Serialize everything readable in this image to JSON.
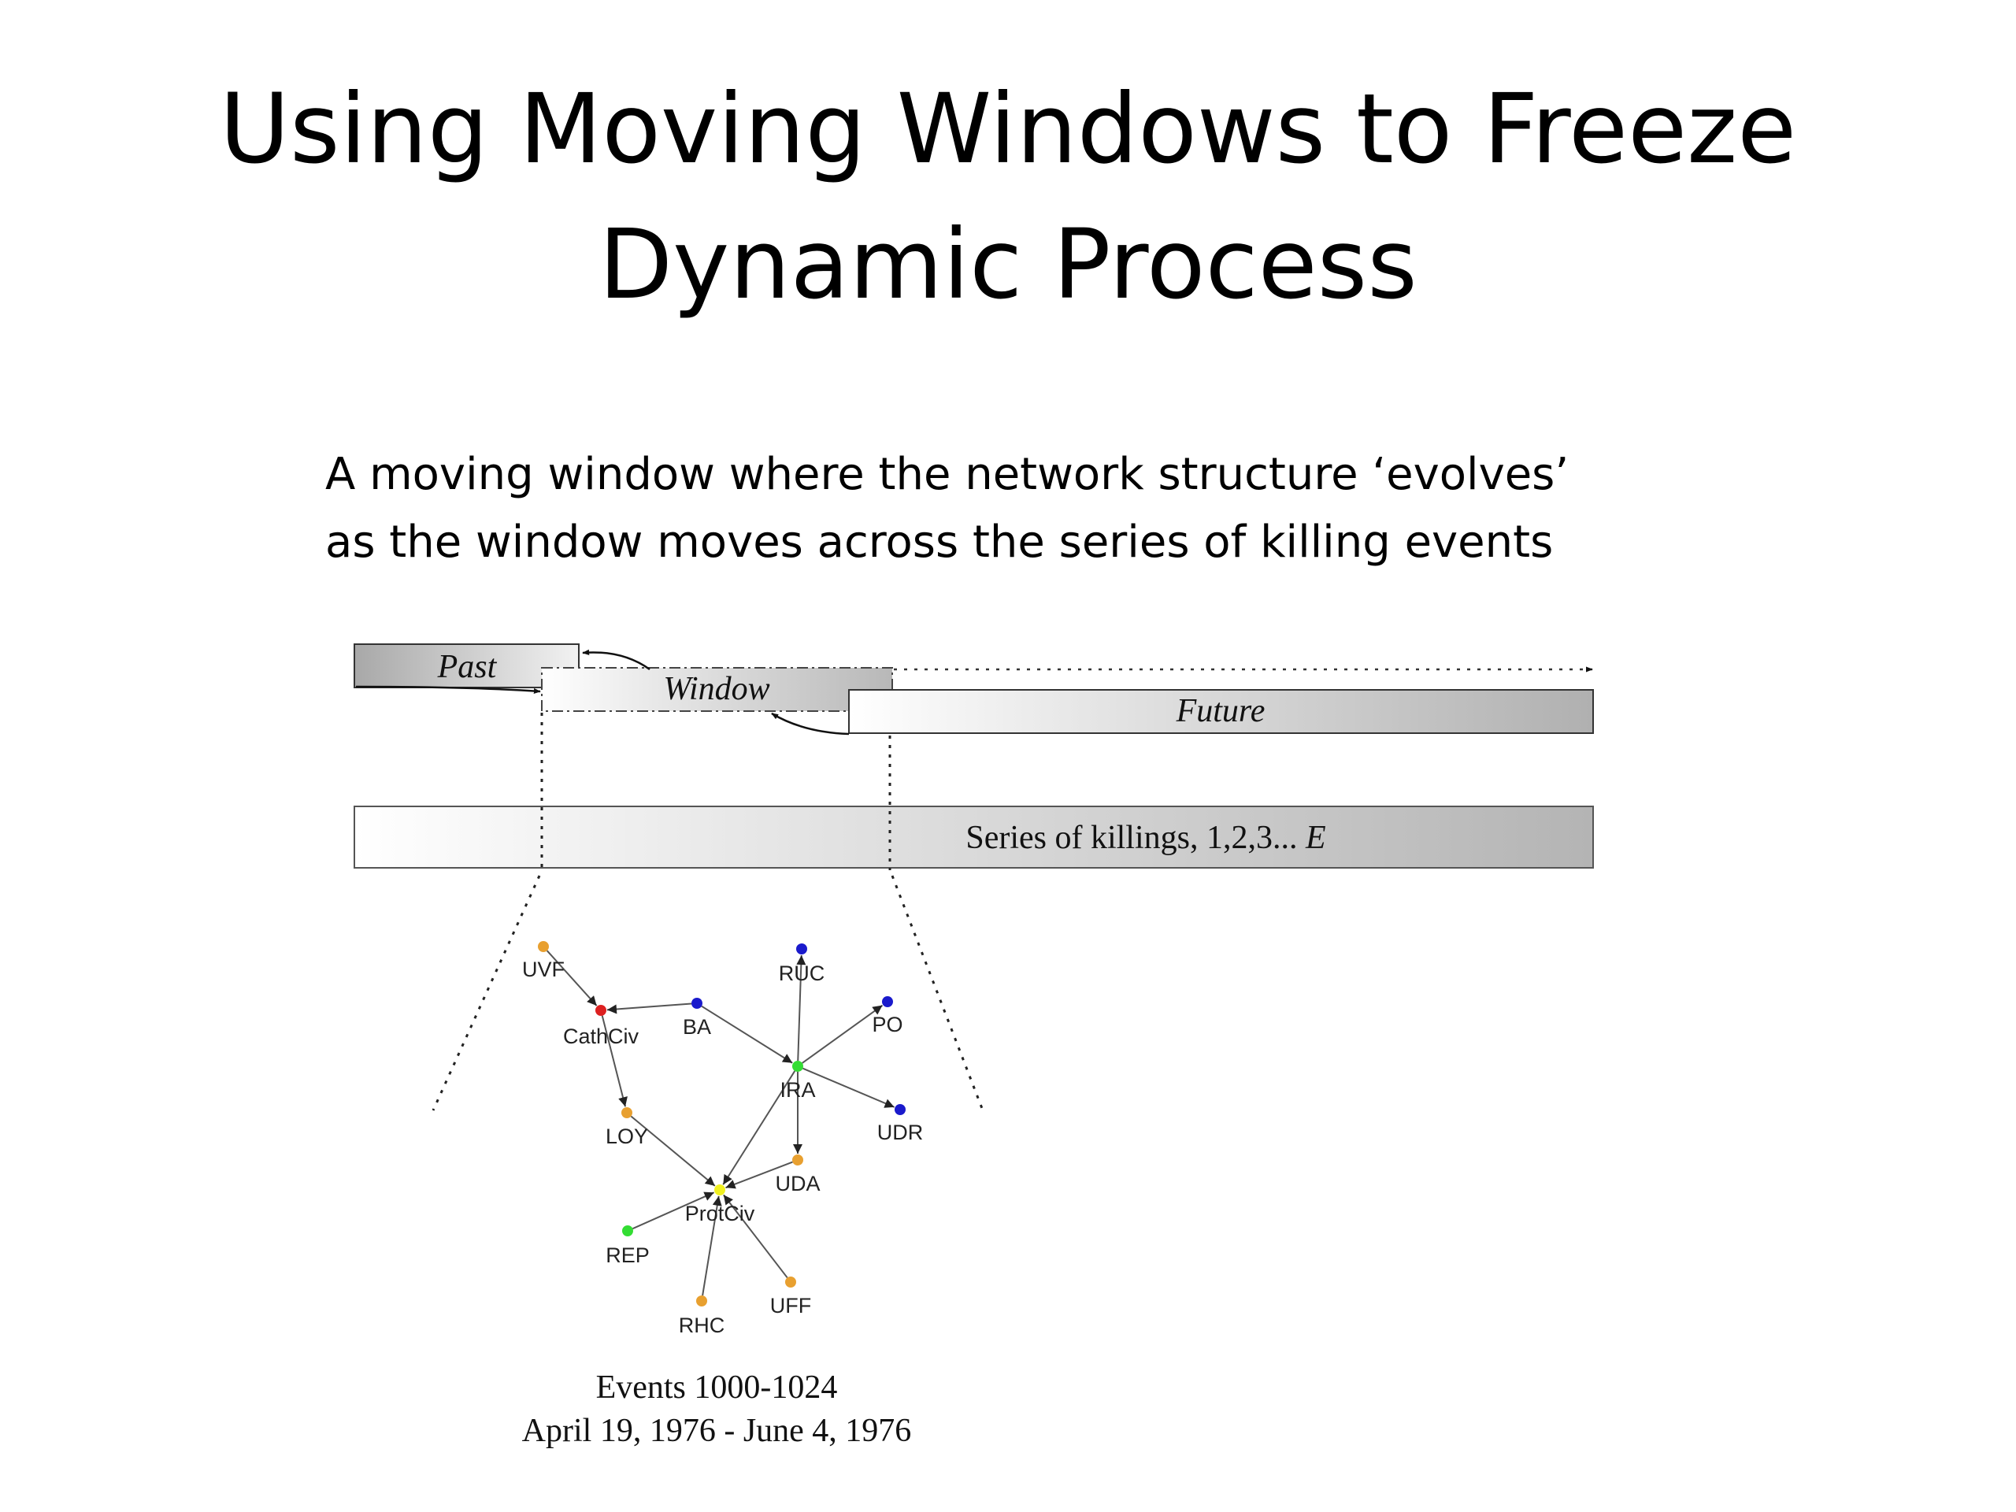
{
  "slide": {
    "title_line1": "Using Moving Windows to Freeze",
    "title_line2": "Dynamic Process",
    "subtitle_line1": "A moving window where the network structure ‘evolves’",
    "subtitle_line2": "as the window moves across the series of killing events"
  },
  "timeline": {
    "past_label": "Past",
    "window_label": "Window",
    "future_label": "Future",
    "series_label": "Series of killings, 1,2,3... ",
    "series_label_italic": "E"
  },
  "network": {
    "nodes": [
      {
        "id": "UVF",
        "label": "UVF",
        "color": "#e8a030"
      },
      {
        "id": "CathCiv",
        "label": "CathCiv",
        "color": "#dd2020"
      },
      {
        "id": "BA",
        "label": "BA",
        "color": "#1a1acc"
      },
      {
        "id": "RUC",
        "label": "RUC",
        "color": "#1a1acc"
      },
      {
        "id": "PO",
        "label": "PO",
        "color": "#1a1acc"
      },
      {
        "id": "IRA",
        "label": "IRA",
        "color": "#33dd33"
      },
      {
        "id": "UDR",
        "label": "UDR",
        "color": "#1a1acc"
      },
      {
        "id": "LOY",
        "label": "LOY",
        "color": "#e8a030"
      },
      {
        "id": "UDA",
        "label": "UDA",
        "color": "#e8a030"
      },
      {
        "id": "ProtCiv",
        "label": "ProtCiv",
        "color": "#f0f020"
      },
      {
        "id": "REP",
        "label": "REP",
        "color": "#33dd33"
      },
      {
        "id": "RHC",
        "label": "RHC",
        "color": "#e8a030"
      },
      {
        "id": "UFF",
        "label": "UFF",
        "color": "#e8a030"
      }
    ],
    "edges": [
      {
        "from": "UVF",
        "to": "CathCiv"
      },
      {
        "from": "BA",
        "to": "CathCiv"
      },
      {
        "from": "BA",
        "to": "IRA"
      },
      {
        "from": "IRA",
        "to": "RUC"
      },
      {
        "from": "IRA",
        "to": "PO"
      },
      {
        "from": "IRA",
        "to": "UDR"
      },
      {
        "from": "IRA",
        "to": "UDA"
      },
      {
        "from": "IRA",
        "to": "ProtCiv"
      },
      {
        "from": "CathCiv",
        "to": "LOY"
      },
      {
        "from": "LOY",
        "to": "ProtCiv"
      },
      {
        "from": "UDA",
        "to": "ProtCiv"
      },
      {
        "from": "REP",
        "to": "ProtCiv"
      },
      {
        "from": "RHC",
        "to": "ProtCiv"
      },
      {
        "from": "UFF",
        "to": "ProtCiv"
      }
    ],
    "caption_line1": "Events 1000-1024",
    "caption_line2": "April 19, 1976 - June 4, 1976"
  }
}
